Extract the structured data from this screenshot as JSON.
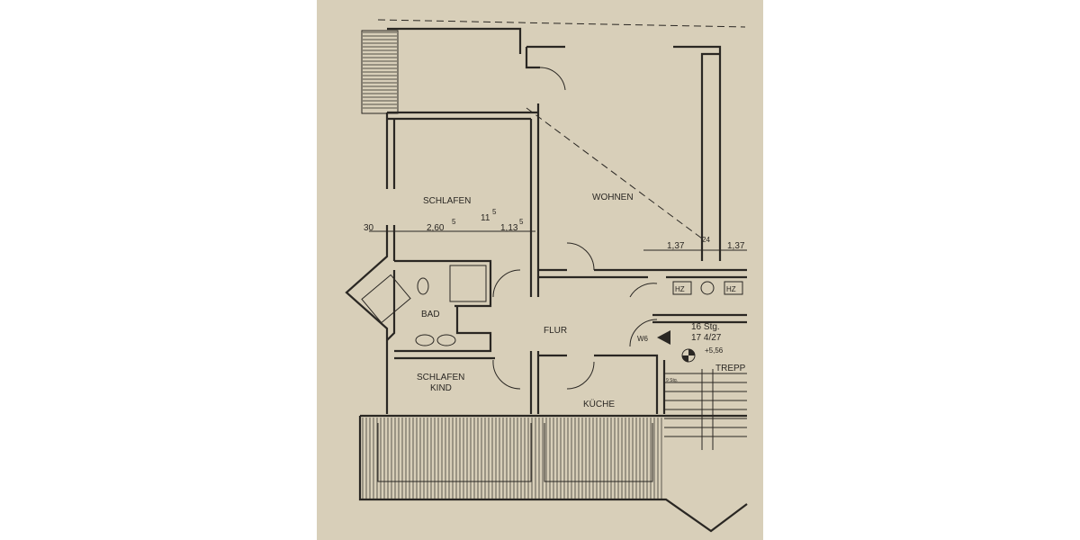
{
  "rooms": {
    "schlafen": "SCHLAFEN",
    "wohnen": "WOHNEN",
    "bad": "BAD",
    "flur": "FLUR",
    "schlafen_kind_1": "SCHLAFEN",
    "schlafen_kind_2": "KIND",
    "kueche": "KÜCHE",
    "treppe": "TREPP"
  },
  "dimensions": {
    "d30": "30",
    "d260": "2,60",
    "d260_sup": "5",
    "d11": "11",
    "d11_sup": "5",
    "d113": "1,13",
    "d113_sup": "5",
    "d137a": "1,37",
    "d24": "24",
    "d137b": "1,37"
  },
  "stair": {
    "hz1": "HZ",
    "hz2": "HZ",
    "w6": "W6",
    "steps": "16 Stg.",
    "ratio": "17 4/27",
    "level": "+5,56",
    "small_steps": "9 Stg."
  },
  "colors": {
    "paper": "#d8cfb9",
    "ink": "#2a2723",
    "background": "#ffffff"
  }
}
